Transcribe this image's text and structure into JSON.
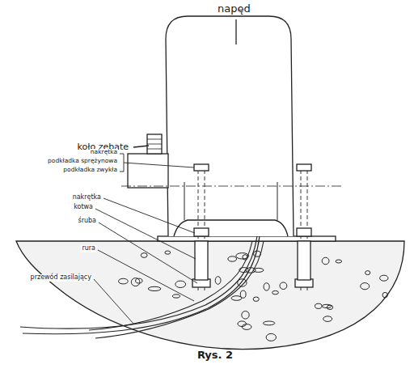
{
  "diagram": {
    "caption": "Rys. 2",
    "labels": [
      "napęd",
      "koło zębate",
      "nakrętka",
      "podkładka sprężynowa",
      "podkładka zwykła",
      "nakrętka",
      "kotwa",
      "śruba",
      "rura",
      "przewód zasilający"
    ]
  }
}
